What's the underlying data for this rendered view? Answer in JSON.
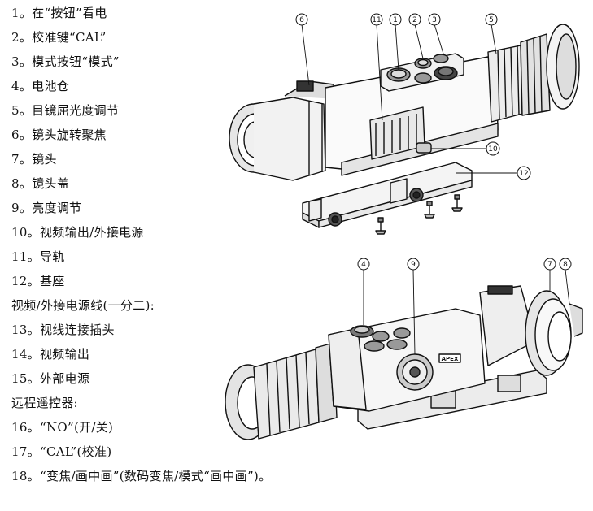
{
  "legend": {
    "items": [
      "1。在“按钮”看电",
      "2。校准键“CAL”",
      "3。模式按钮“模式”",
      "4。电池仓",
      "5。目镜屈光度调节",
      "6。镜头旋转聚焦",
      "7。镜头",
      "8。镜头盖",
      "9。亮度调节",
      "10。视频输出/外接电源",
      "11。导轨",
      "12。基座",
      "视频/外接电源线(一分二):",
      "13。视线连接插头",
      "14。视频输出",
      "15。外部电源",
      "远程遥控器:",
      "16。“NO”(开/关)",
      "17。“CAL”(校准)",
      "18。“变焦/画中画”(数码变焦/模式“画中画”)。"
    ]
  },
  "top_view": {
    "callouts": [
      "6",
      "11",
      "1",
      "2",
      "3",
      "5",
      "10",
      "12"
    ],
    "brand_logo": "APEX"
  },
  "bottom_view": {
    "callouts": [
      "4",
      "9",
      "7",
      "8"
    ]
  }
}
